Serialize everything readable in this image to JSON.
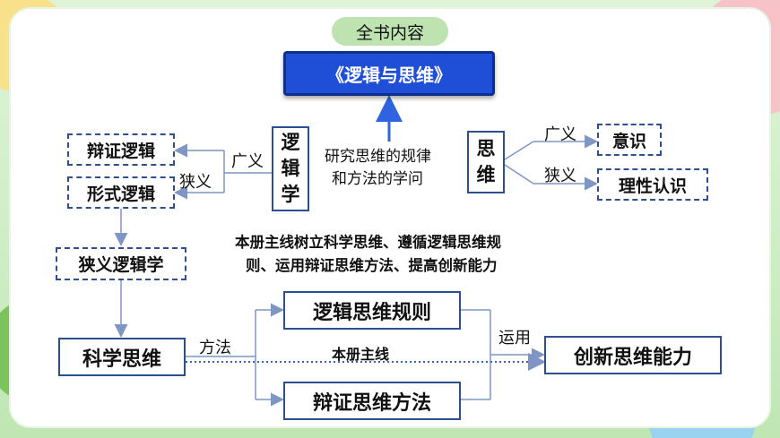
{
  "top_badge": "全书内容",
  "book_title": "《逻辑与思维》",
  "center_node": "逻\n辑\n学",
  "center_desc_line1": "研究思维的规律",
  "center_desc_line2": "和方法的学问",
  "thinking_node": "思\n维",
  "right_label_broad": "广义",
  "right_label_narrow": "狭义",
  "right_box_broad": "意识",
  "right_box_narrow": "理性认识",
  "left_label_broad": "广义",
  "left_label_narrow": "狭义",
  "left_box_dialectic": "辩证逻辑",
  "left_box_formal": "形式逻辑",
  "narrow_logic_box": "狭义逻辑学",
  "main_statement_line1": "本册主线树立科学思维、遵循逻辑思维规",
  "main_statement_line2": "则、运用辩证思维方法、提高创新能力",
  "sci_thinking_box": "科学思维",
  "method_label": "方法",
  "main_line_label": "本册主线",
  "apply_label": "运用",
  "logic_rules_box": "逻辑思维规则",
  "dialectic_methods_box": "辩证思维方法",
  "innovation_box": "创新思维能力",
  "colors": {
    "accent_blue": "#1f4fd6",
    "dark_border": "#2e4f8f",
    "badge_green": "#bfe3b0",
    "arrow_gray": "#9aa9c2"
  }
}
